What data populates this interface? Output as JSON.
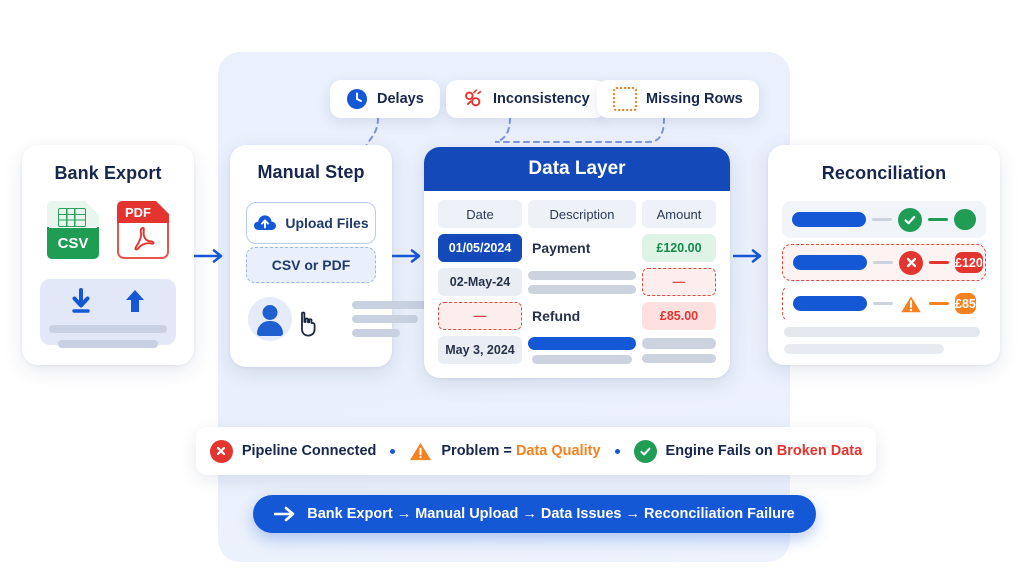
{
  "theme": {
    "blue": "#1558d6",
    "deep_blue": "#1449ba",
    "green": "#1f9d55",
    "red": "#e3342f",
    "orange": "#f58220",
    "navy": "#16264d",
    "panel_bg": "#eaf0fc"
  },
  "badges": [
    {
      "label": "Delays",
      "icon": "clock-icon",
      "color": "#1558d6"
    },
    {
      "label": "Inconsistency",
      "icon": "broken-link-icon",
      "color": "#e3342f"
    },
    {
      "label": "Missing Rows",
      "icon": "dotted-square-icon",
      "color": "#f58220"
    }
  ],
  "bank_export": {
    "title": "Bank Export",
    "files": [
      {
        "label": "CSV",
        "icon": "csv-file-icon"
      },
      {
        "label": "PDF",
        "icon": "pdf-file-icon"
      }
    ],
    "actions": [
      {
        "icon": "download-icon"
      },
      {
        "icon": "upload-icon"
      }
    ]
  },
  "manual_step": {
    "title": "Manual Step",
    "upload_button": "Upload Files",
    "upload_icon": "cloud-upload-icon",
    "dropzone": "CSV or PDF",
    "avatar_icon": "user-avatar-icon",
    "cursor_icon": "pointer-hand-icon"
  },
  "data_layer": {
    "title": "Data Layer",
    "columns": [
      "Date",
      "Description",
      "Amount"
    ],
    "rows": [
      {
        "date": "01/05/2024",
        "date_state": "ok",
        "description": "Payment",
        "desc_state": "text",
        "amount": "£120.00",
        "amount_state": "ok"
      },
      {
        "date": "02-May-24",
        "date_state": "gray",
        "description": "",
        "desc_state": "placeholder",
        "amount": "—",
        "amount_state": "missing"
      },
      {
        "date": "—",
        "date_state": "missing",
        "description": "Refund",
        "desc_state": "text",
        "amount": "£85.00",
        "amount_state": "error"
      },
      {
        "date": "May 3, 2024",
        "date_state": "gray",
        "description": "",
        "desc_state": "bar",
        "amount": "",
        "amount_state": "bar"
      }
    ]
  },
  "reconciliation": {
    "title": "Reconciliation",
    "rows": [
      {
        "status": "check-icon",
        "status_color": "#1f9d55",
        "value": "",
        "value_color": "#1f9d55",
        "outline": "none"
      },
      {
        "status": "x-icon",
        "status_color": "#e3342f",
        "value": "£120",
        "value_color": "#e3342f",
        "outline": "dashed-red"
      },
      {
        "status": "warning-icon",
        "status_color": "#f58220",
        "value": "£85",
        "value_color": "#f58220",
        "outline": "dashed-red"
      }
    ]
  },
  "legend": {
    "items": [
      {
        "icon": "x-circle-icon",
        "icon_color": "#e3342f",
        "text": "Pipeline Connected",
        "highlight": "",
        "highlight_color": ""
      },
      {
        "icon": "warning-icon",
        "icon_color": "#f58220",
        "text": "Problem = ",
        "highlight": "Data Quality",
        "highlight_color": "#f58220"
      },
      {
        "icon": "check-circle-icon",
        "icon_color": "#1f9d55",
        "text": "Engine Fails on ",
        "highlight": "Broken Data",
        "highlight_color": "#e3342f"
      }
    ],
    "separator": "•"
  },
  "flow_pill": {
    "arrow_icon": "arrow-right-icon",
    "text": "Bank Export → Manual Upload → Data Issues → Reconciliation Failure"
  }
}
